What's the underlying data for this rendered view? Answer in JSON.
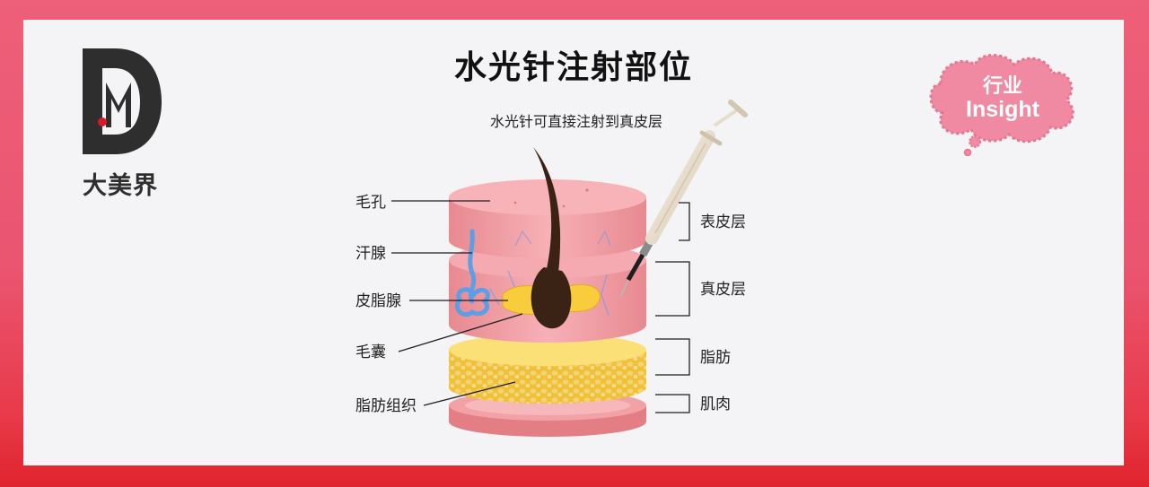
{
  "brand": {
    "name": "大美界",
    "logo_letter": "M",
    "colors": {
      "dark": "#2e2e2e",
      "accent": "#d8192a"
    }
  },
  "title": "水光针注射部位",
  "badge": {
    "line1": "行业",
    "line2": "Insight",
    "color": "#f08aa2"
  },
  "diagram": {
    "callout": "水光针可直接注射到真皮层",
    "left_labels": [
      "毛孔",
      "汗腺",
      "皮脂腺",
      "毛囊",
      "脂肪组织"
    ],
    "layer_labels": [
      "表皮层",
      "真皮层",
      "脂肪",
      "肌肉"
    ],
    "colors": {
      "skin": "#f2a4ab",
      "fat": "#f7cc42",
      "muscle": "#ec8d91",
      "hair": "#3a2214",
      "gland": "#5c9ee8",
      "frame_top": "#ee5f78",
      "frame_bottom": "#e0242e"
    }
  }
}
